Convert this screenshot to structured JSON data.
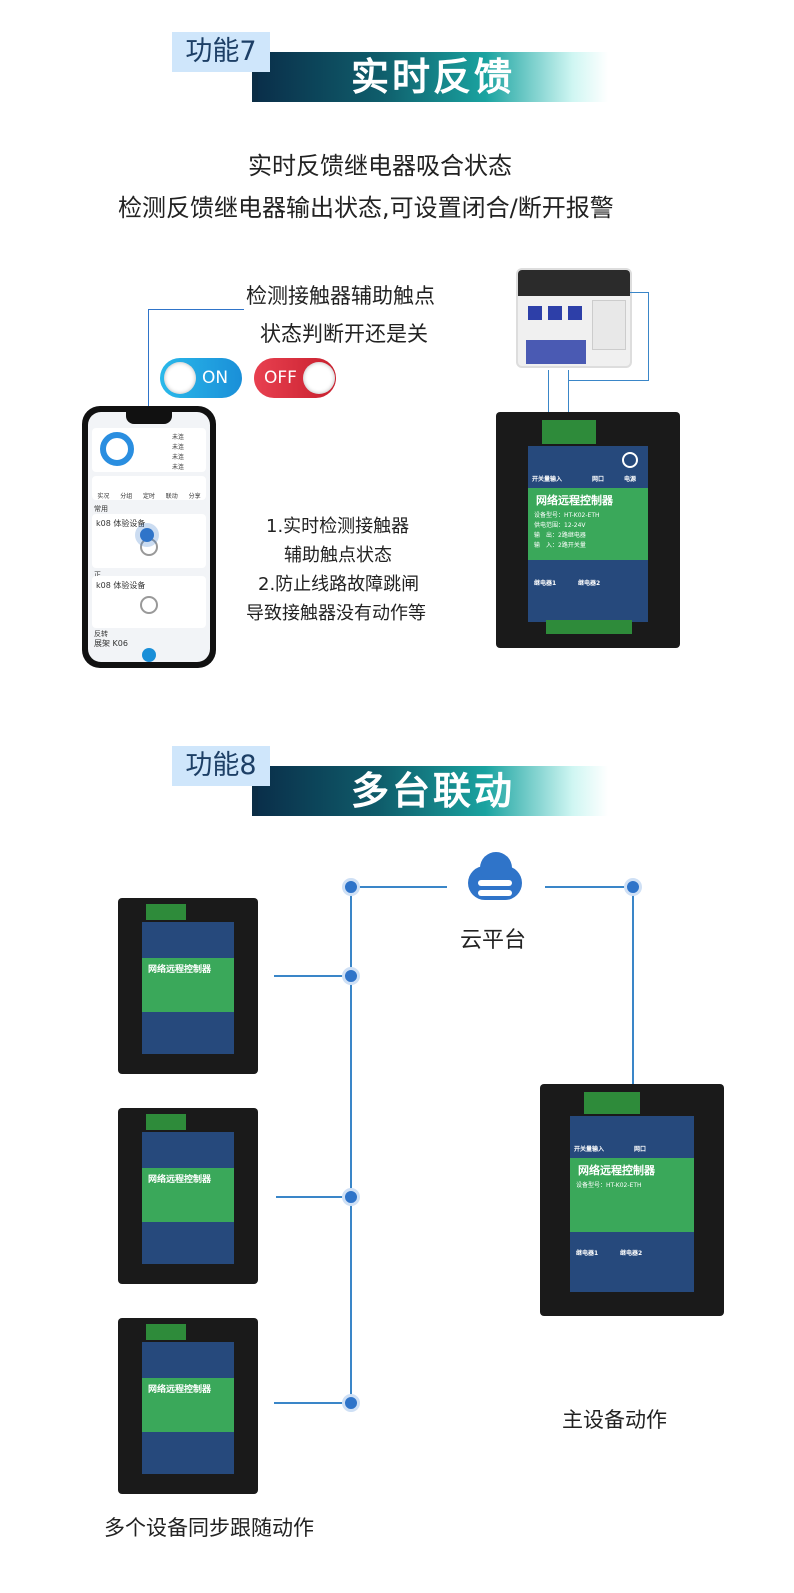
{
  "section7": {
    "tag": "功能7",
    "title": "实时反馈",
    "line1": "实时反馈继电器吸合状态",
    "line2": "检测反馈继电器输出状态,可设置闭合/断开报警",
    "note1": "检测接触器辅助触点",
    "note2": "状态判断开还是关",
    "on_label": "ON",
    "off_label": "OFF",
    "list": [
      "1.实时检测接触器",
      "辅助触点状态",
      "2.防止线路故障跳闸",
      "导致接触器没有动作等"
    ]
  },
  "phone": {
    "tabs": [
      "实况",
      "分组",
      "定时",
      "联动",
      "分享"
    ],
    "section_common": "常用",
    "device1": "k08 体验设备",
    "group_zheng": "正",
    "device2": "k08 体验设备",
    "group_fan": "反转",
    "device3": "展架 K06",
    "side_text": [
      "未连",
      "未连",
      "未连",
      "未连"
    ]
  },
  "device": {
    "title": "网络远程控制器",
    "model": "设备型号：HT-K02-ETH",
    "port": "网口",
    "power": "电源",
    "input": "开关量输入",
    "relay1": "继电器1",
    "relay2": "继电器2",
    "spec1": "供电范围：12-24V",
    "spec2": "输　出：2路继电器",
    "spec3": "输　入：2路开关量"
  },
  "section8": {
    "tag": "功能8",
    "title": "多台联动",
    "cloud": "云平台",
    "master": "主设备动作",
    "slaves": "多个设备同步跟随动作"
  },
  "colors": {
    "accent": "#2f74c9",
    "on": "#29b6e8",
    "off": "#e0303e"
  }
}
